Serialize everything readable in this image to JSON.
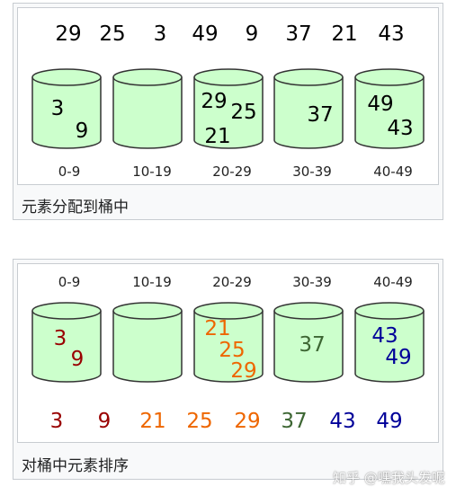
{
  "panel1": {
    "caption": "元素分配到桶中",
    "input_numbers": [
      "29",
      "25",
      "3",
      "49",
      "9",
      "37",
      "21",
      "43"
    ],
    "buckets": [
      {
        "range": "0-9",
        "items": [
          "3",
          "9"
        ]
      },
      {
        "range": "10-19",
        "items": []
      },
      {
        "range": "20-29",
        "items": [
          "29",
          "25",
          "21"
        ]
      },
      {
        "range": "30-39",
        "items": [
          "37"
        ]
      },
      {
        "range": "40-49",
        "items": [
          "49",
          "43"
        ]
      }
    ]
  },
  "panel2": {
    "caption": "对桶中元素排序",
    "buckets": [
      {
        "range": "0-9",
        "items": [
          "3",
          "9"
        ]
      },
      {
        "range": "10-19",
        "items": []
      },
      {
        "range": "20-29",
        "items": [
          "21",
          "25",
          "29"
        ]
      },
      {
        "range": "30-39",
        "items": [
          "37"
        ]
      },
      {
        "range": "40-49",
        "items": [
          "43",
          "49"
        ]
      }
    ],
    "output_numbers": [
      "3",
      "9",
      "21",
      "25",
      "29",
      "37",
      "43",
      "49"
    ]
  },
  "colors": {
    "bucket_fill": "#ccffcc",
    "bucket_stroke": "#333333",
    "red": "#990000",
    "orange": "#ee6600",
    "green": "#3d6633",
    "blue": "#000099",
    "text": "#000000"
  },
  "watermark": "知乎 @嘿我头发呢"
}
